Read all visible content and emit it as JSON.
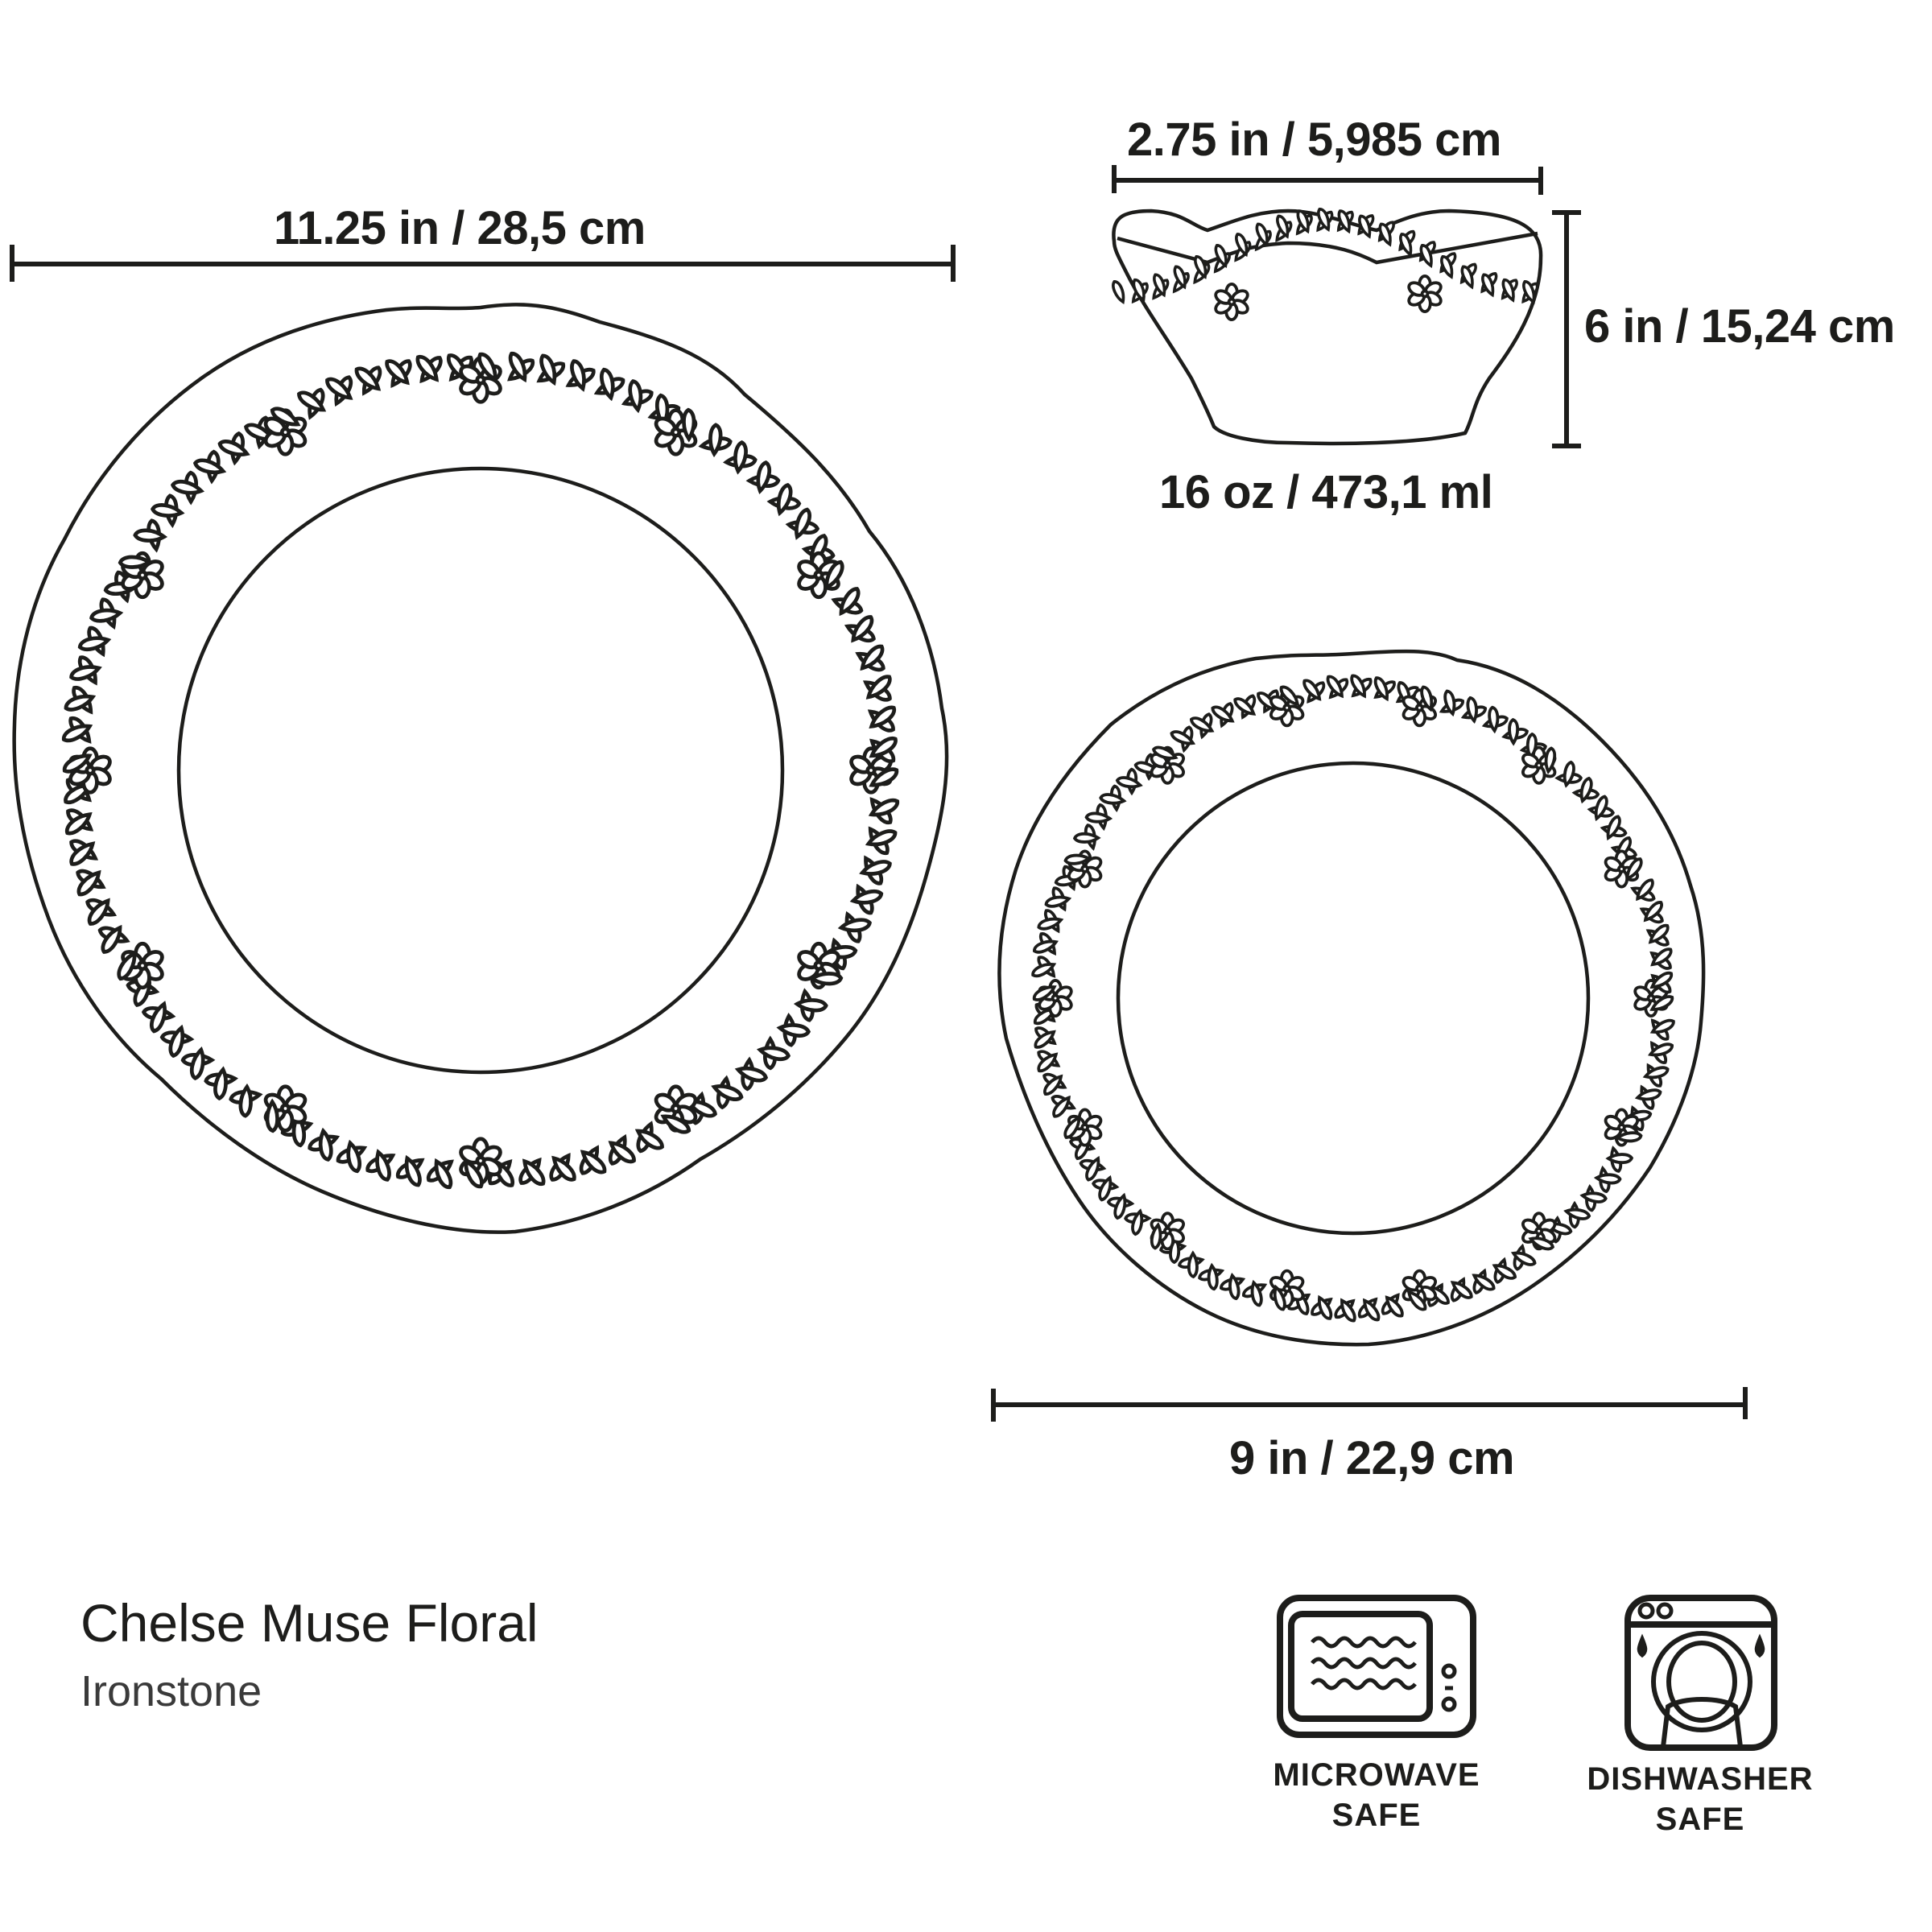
{
  "product": {
    "name": "Chelse Muse Floral",
    "material": "Ironstone"
  },
  "dimensions": {
    "dinner_plate_width": "11.25 in / 28,5 cm",
    "bowl_width": "2.75 in / 5,985 cm",
    "bowl_height": "6 in / 15,24 cm",
    "bowl_capacity": "16 oz / 473,1 ml",
    "salad_plate_width": "9 in / 22,9 cm"
  },
  "badges": [
    {
      "icon": "microwave-icon",
      "line1": "MICROWAVE",
      "line2": "SAFE"
    },
    {
      "icon": "dishwasher-icon",
      "line1": "DISHWASHER",
      "line2": "SAFE"
    }
  ],
  "colors": {
    "ink": "#1d1d1b",
    "background": "#ffffff"
  }
}
